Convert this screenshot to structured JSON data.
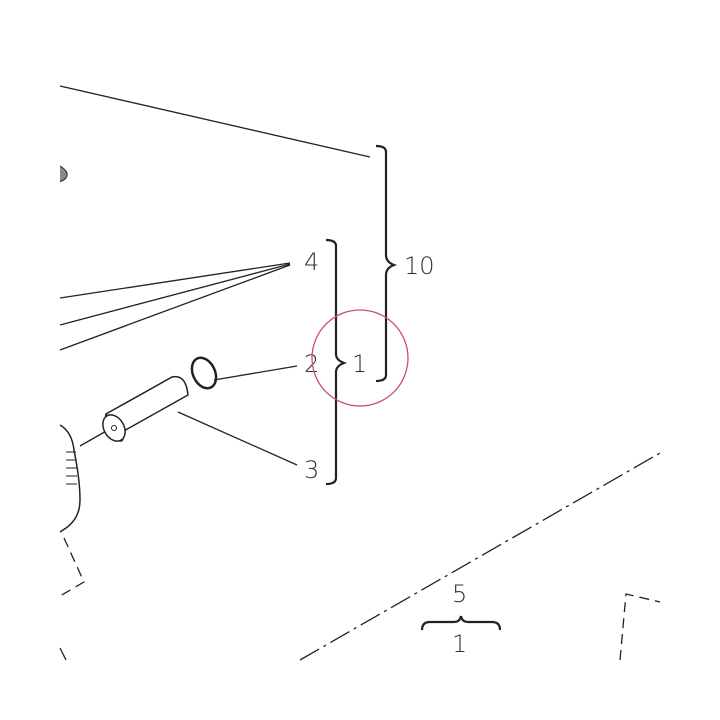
{
  "labels": {
    "l10": "10",
    "l4": "4",
    "l2": "2",
    "l1_main": "1",
    "l3": "3",
    "l5": "5",
    "l1_bottom": "1"
  },
  "highlight": {
    "color": "#c8506a",
    "target": "1"
  },
  "parts": [
    {
      "id": "nozzle-sleeve",
      "icon": "cylinder"
    },
    {
      "id": "o-ring",
      "icon": "ring"
    }
  ]
}
